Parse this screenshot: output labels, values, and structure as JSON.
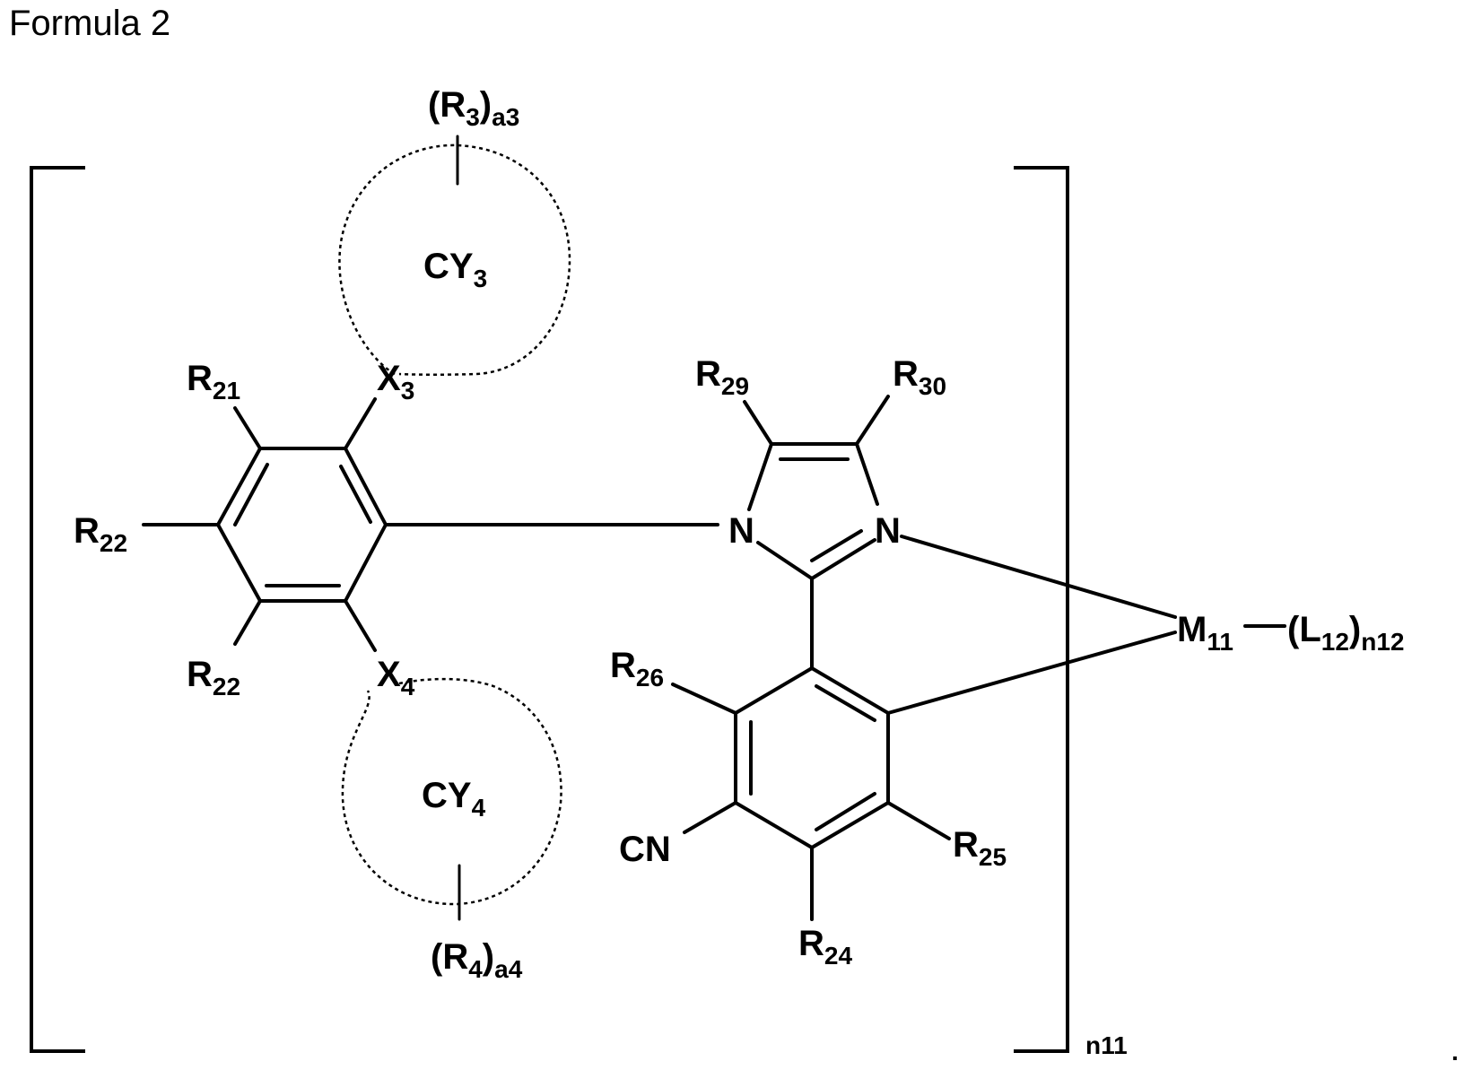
{
  "title": "Formula 2",
  "labels": {
    "r3": {
      "main": "(R",
      "sub": "3",
      "close": ")",
      "sub2": "a3"
    },
    "cy3": {
      "main": "CY",
      "sub": "3"
    },
    "r21": {
      "main": "R",
      "sub": "21"
    },
    "x3": {
      "main": "X",
      "sub": "3"
    },
    "r29": {
      "main": "R",
      "sub": "29"
    },
    "r30": {
      "main": "R",
      "sub": "30"
    },
    "r22_top": {
      "main": "R",
      "sub": "22"
    },
    "n1": "N",
    "n2": "N",
    "m11": {
      "main": "M",
      "sub": "11"
    },
    "l12": {
      "main": "(L",
      "sub": "12",
      "close": ")",
      "sub2": "n12"
    },
    "r22_bottom": {
      "main": "R",
      "sub": "22"
    },
    "x4": {
      "main": "X",
      "sub": "4"
    },
    "r26": {
      "main": "R",
      "sub": "26"
    },
    "cy4": {
      "main": "CY",
      "sub": "4"
    },
    "cn": "CN",
    "r25": {
      "main": "R",
      "sub": "25"
    },
    "r24": {
      "main": "R",
      "sub": "24"
    },
    "r4": {
      "main": "(R",
      "sub": "4",
      "close": ")",
      "sub2": "a4"
    },
    "n11": "n11",
    "period": "."
  }
}
